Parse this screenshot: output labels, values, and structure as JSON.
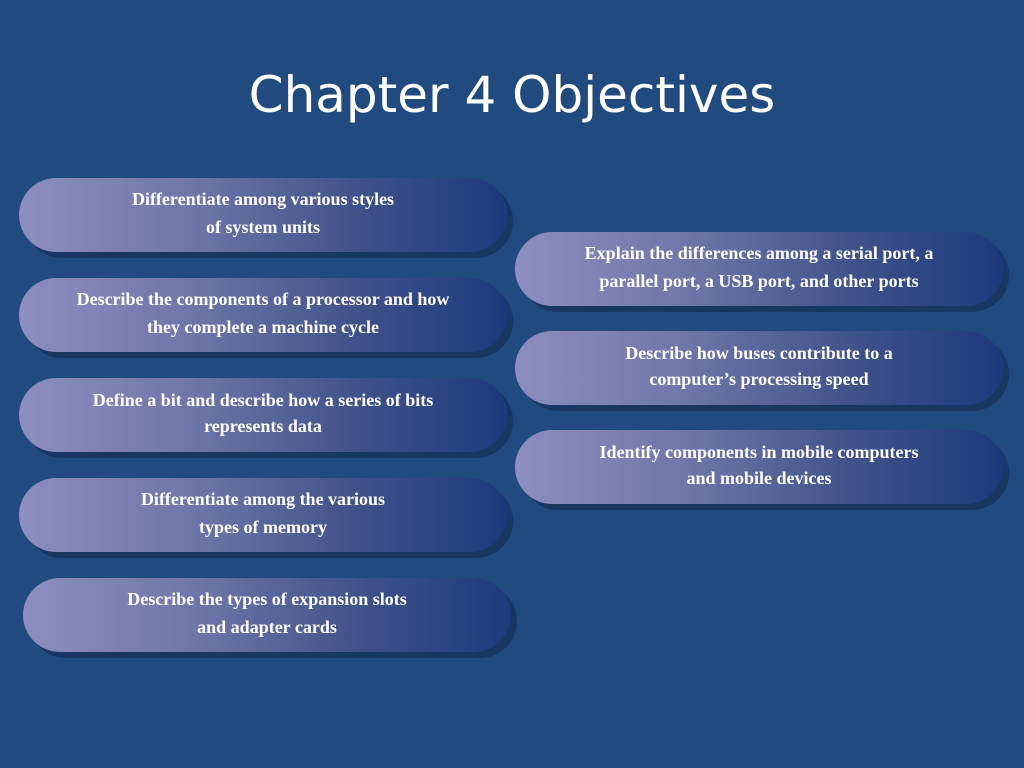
{
  "slide": {
    "title": "Chapter 4 Objectives",
    "colors": {
      "background": "#214a7e",
      "pill_light": "#8e8ebf",
      "pill_dark": "#1d3a7e",
      "text": "#ffffff"
    },
    "left_objectives": [
      {
        "text": "Differentiate among various styles\nof system units"
      },
      {
        "text": "Describe the components of a processor and how\nthey complete a machine cycle"
      },
      {
        "text": "Define a bit and describe how a series of bits\nrepresents data"
      },
      {
        "text": "Differentiate among the various\ntypes of memory"
      },
      {
        "text": "Describe the types of expansion slots\nand adapter cards"
      }
    ],
    "right_objectives": [
      {
        "text": "Explain the differences among a serial port, a\nparallel port, a USB port, and other ports"
      },
      {
        "text": "Describe how buses contribute to a\ncomputer’s processing speed"
      },
      {
        "text": "Identify components in mobile computers\nand mobile devices"
      }
    ]
  }
}
